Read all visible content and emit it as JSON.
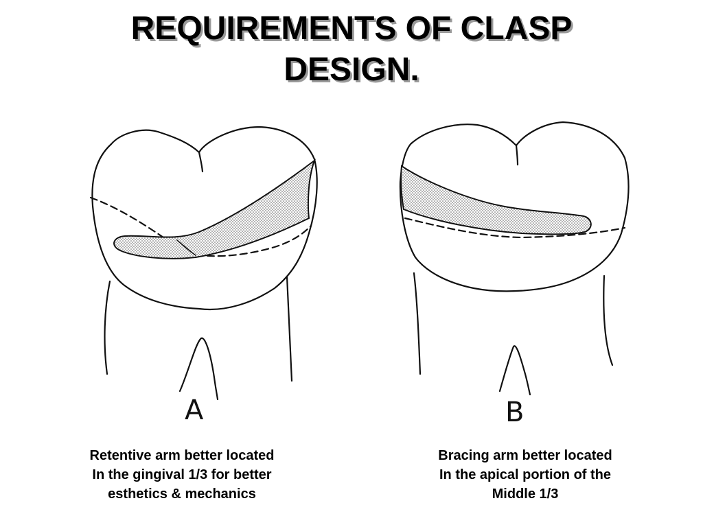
{
  "title": {
    "line1": "REQUIREMENTS OF CLASP",
    "line2": "DESIGN."
  },
  "figures": [
    {
      "label": "A",
      "caption": [
        "Retentive arm better located",
        "In the gingival 1/3 for better",
        "esthetics & mechanics"
      ]
    },
    {
      "label": "B",
      "caption": [
        "Bracing arm better located",
        "In the apical portion of the",
        "Middle 1/3"
      ]
    }
  ]
}
